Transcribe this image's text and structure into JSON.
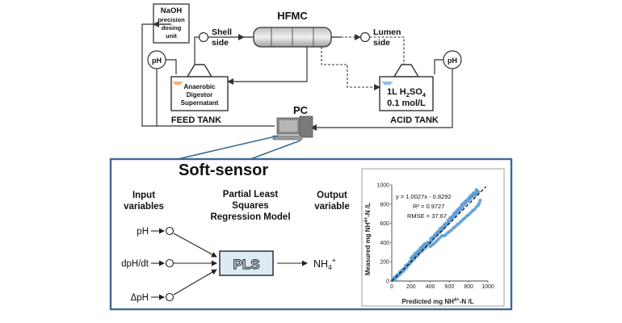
{
  "process": {
    "naoh_title": "NaOH",
    "naoh_line2": "precision",
    "naoh_line3": "dosing",
    "naoh_line4": "unit",
    "ph_left": "pH",
    "ph_right": "pH",
    "shell_line1": "Shell",
    "shell_line2": "side",
    "hfmc": "HFMC",
    "lumen_line1": "Lumen",
    "lumen_line2": "side",
    "feed_line1": "Anaerobic",
    "feed_line2": "Digestor",
    "feed_line3": "Supernatant",
    "feed_tank": "FEED TANK",
    "acid_line1_pre": "1L H",
    "acid_sub2": "2",
    "acid_line1_mid": "SO",
    "acid_sub4": "4",
    "acid_line2": "0.1 mol/L",
    "acid_tank": "ACID TANK",
    "pc": "PC"
  },
  "softsensor": {
    "title": "Soft-sensor",
    "input_line1": "Input",
    "input_line2": "variables",
    "model_line1": "Partial Least",
    "model_line2": "Squares",
    "model_line3": "Regression Model",
    "output_line1": "Output",
    "output_line2": "variable",
    "var1": "pH",
    "var2": "dpH/dt",
    "var3": "ΔpH",
    "pls": "PLS",
    "out_pre": "NH",
    "out_sub": "4",
    "out_sup": "+"
  },
  "chart_data": {
    "type": "scatter",
    "xlabel": "Predicted mg NH4+-N /L",
    "ylabel": "Measured mg NH4+-N /L",
    "xlim": [
      0,
      1000
    ],
    "ylim": [
      0,
      1000
    ],
    "xticks": [
      "0",
      "200",
      "400",
      "600",
      "800",
      "1000"
    ],
    "yticks": [
      "0",
      "200",
      "400",
      "600",
      "800",
      "1000"
    ],
    "equation": "y = 1.0027x - 0.8292",
    "r2": "R² = 0.9727",
    "rmse": "RMSE = 37.67",
    "trendline": {
      "slope": 1.0027,
      "intercept": -0.8292
    },
    "point_color": "#5b9bd5",
    "points": [
      [
        5,
        12
      ],
      [
        15,
        8
      ],
      [
        25,
        35
      ],
      [
        35,
        20
      ],
      [
        45,
        55
      ],
      [
        55,
        40
      ],
      [
        65,
        70
      ],
      [
        75,
        60
      ],
      [
        85,
        95
      ],
      [
        95,
        80
      ],
      [
        105,
        110
      ],
      [
        115,
        98
      ],
      [
        125,
        130
      ],
      [
        135,
        118
      ],
      [
        145,
        160
      ],
      [
        155,
        140
      ],
      [
        165,
        175
      ],
      [
        175,
        165
      ],
      [
        185,
        200
      ],
      [
        195,
        185
      ],
      [
        205,
        225
      ],
      [
        215,
        210
      ],
      [
        225,
        250
      ],
      [
        235,
        230
      ],
      [
        245,
        265
      ],
      [
        255,
        255
      ],
      [
        265,
        290
      ],
      [
        275,
        270
      ],
      [
        285,
        305
      ],
      [
        295,
        300
      ],
      [
        305,
        330
      ],
      [
        315,
        310
      ],
      [
        325,
        350
      ],
      [
        335,
        335
      ],
      [
        345,
        370
      ],
      [
        355,
        350
      ],
      [
        365,
        395
      ],
      [
        375,
        380
      ],
      [
        385,
        405
      ],
      [
        395,
        400
      ],
      [
        405,
        440
      ],
      [
        415,
        420
      ],
      [
        425,
        455
      ],
      [
        435,
        450
      ],
      [
        445,
        480
      ],
      [
        455,
        465
      ],
      [
        465,
        500
      ],
      [
        475,
        490
      ],
      [
        485,
        520
      ],
      [
        495,
        505
      ],
      [
        505,
        545
      ],
      [
        515,
        525
      ],
      [
        525,
        560
      ],
      [
        535,
        545
      ],
      [
        545,
        585
      ],
      [
        555,
        570
      ],
      [
        565,
        600
      ],
      [
        575,
        590
      ],
      [
        585,
        630
      ],
      [
        595,
        610
      ],
      [
        605,
        655
      ],
      [
        615,
        635
      ],
      [
        625,
        670
      ],
      [
        635,
        660
      ],
      [
        645,
        700
      ],
      [
        655,
        680
      ],
      [
        665,
        720
      ],
      [
        675,
        705
      ],
      [
        685,
        740
      ],
      [
        695,
        725
      ],
      [
        705,
        760
      ],
      [
        715,
        745
      ],
      [
        725,
        790
      ],
      [
        735,
        770
      ],
      [
        745,
        810
      ],
      [
        755,
        795
      ],
      [
        765,
        830
      ],
      [
        775,
        815
      ],
      [
        785,
        845
      ],
      [
        795,
        835
      ],
      [
        805,
        870
      ],
      [
        815,
        855
      ],
      [
        825,
        890
      ],
      [
        835,
        875
      ],
      [
        845,
        905
      ],
      [
        855,
        890
      ],
      [
        865,
        920
      ],
      [
        875,
        900
      ],
      [
        885,
        940
      ],
      [
        895,
        915
      ],
      [
        560,
        480
      ],
      [
        580,
        500
      ],
      [
        600,
        515
      ],
      [
        620,
        530
      ],
      [
        640,
        550
      ],
      [
        660,
        565
      ],
      [
        680,
        585
      ],
      [
        700,
        600
      ],
      [
        720,
        620
      ],
      [
        740,
        640
      ],
      [
        760,
        655
      ],
      [
        780,
        675
      ],
      [
        800,
        690
      ],
      [
        820,
        710
      ],
      [
        840,
        730
      ],
      [
        860,
        745
      ],
      [
        880,
        770
      ],
      [
        900,
        790
      ],
      [
        910,
        810
      ],
      [
        920,
        840
      ],
      [
        900,
        930
      ],
      [
        880,
        950
      ],
      [
        850,
        915
      ],
      [
        830,
        880
      ],
      [
        400,
        360
      ],
      [
        420,
        375
      ],
      [
        440,
        390
      ],
      [
        460,
        410
      ],
      [
        480,
        430
      ],
      [
        500,
        450
      ],
      [
        520,
        470
      ],
      [
        540,
        470
      ],
      [
        200,
        240
      ],
      [
        220,
        260
      ],
      [
        240,
        285
      ],
      [
        260,
        300
      ],
      [
        280,
        320
      ],
      [
        300,
        345
      ],
      [
        320,
        365
      ],
      [
        340,
        385
      ]
    ]
  }
}
